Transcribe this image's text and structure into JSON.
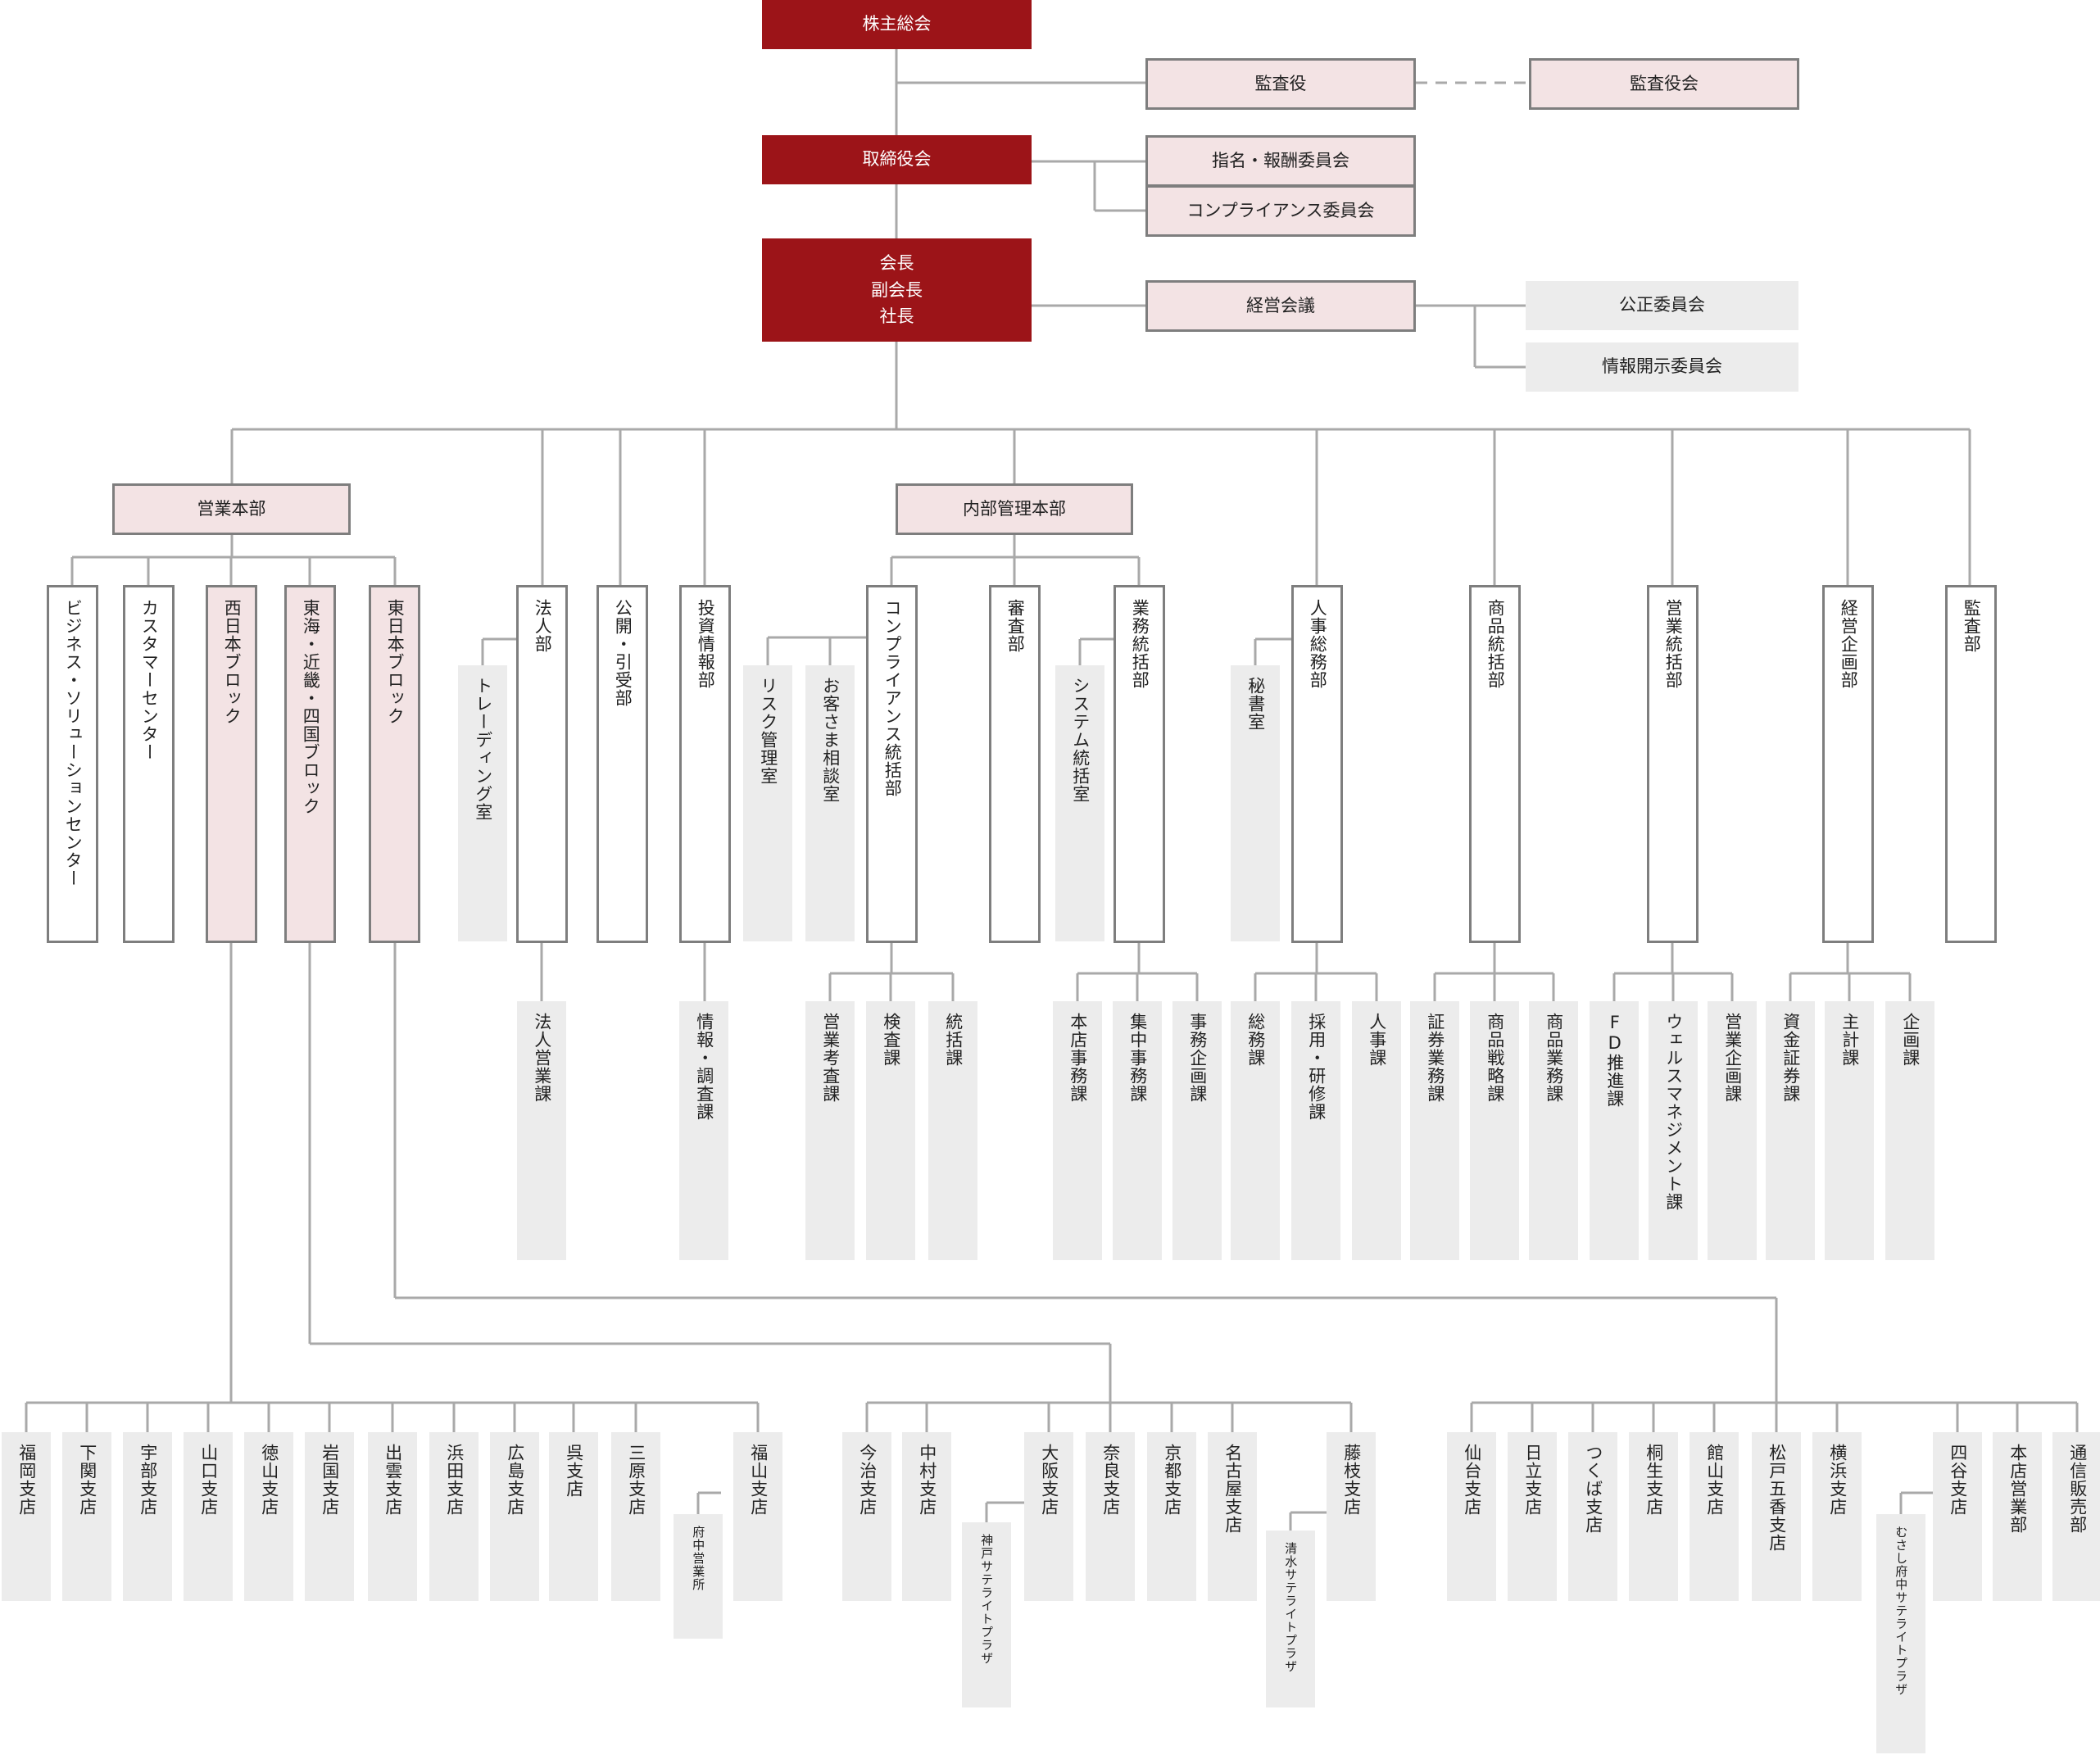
{
  "colors": {
    "top_fill": "#9c1418",
    "committee_fill": "#f3e3e4",
    "sub_unit_fill": "#ececec",
    "line": "#a9a9a9"
  },
  "nodes": {
    "shareholders_meeting": "株主総会",
    "auditors": "監査役",
    "audit_board": "監査役会",
    "board": "取締役会",
    "nomination_committee": "指名・報酬委員会",
    "compliance_committee": "コンプライアンス委員会",
    "executives": [
      "会長",
      "副会長",
      "社長"
    ],
    "management_meeting": "経営会議",
    "fairness_committee": "公正委員会",
    "disclosure_committee": "情報開示委員会",
    "sales_hq": "営業本部",
    "internal_hq": "内部管理本部",
    "biz_solution": "ビジネス・ソリューションセンター",
    "customer_center": "カスタマーセンター",
    "west_block": "西日本ブロック",
    "central_block": "東海・近畿・四国ブロック",
    "east_block": "東日本ブロック",
    "corporate_dept": "法人部",
    "trading_office": "トレーディング室",
    "corporate_sales_sec": "法人営業課",
    "public_offering_dept": "公開・引受部",
    "investment_info_dept": "投資情報部",
    "info_research_sec": "情報・調査課",
    "risk_office": "リスク管理室",
    "customer_consult_office": "お客さま相談室",
    "compliance_dept": "コンプライアンス統括部",
    "sales_audit_sec": "営業考査課",
    "inspection_sec": "検査課",
    "compliance_control_sec": "統括課",
    "examination_dept": "審査部",
    "operations_dept": "業務統括部",
    "system_office": "システム統括室",
    "head_office_admin_sec": "本店事務課",
    "central_admin_sec": "集中事務課",
    "admin_planning_sec": "事務企画課",
    "secretary_office": "秘書室",
    "hr_dept": "人事総務部",
    "general_affairs_sec": "総務課",
    "recruit_training_sec": "採用・研修課",
    "personnel_sec": "人事課",
    "product_dept": "商品統括部",
    "securities_admin_sec": "証券業務課",
    "product_strategy_sec": "商品戦略課",
    "product_business_sec": "商品業務課",
    "sales_control_dept": "営業統括部",
    "fd_sec": "FD推進課",
    "wealth_sec": "ウェルスマネジメント課",
    "sales_planning_sec": "営業企画課",
    "corp_planning_dept": "経営企画部",
    "treasury_sec": "資金証券課",
    "accounting_sec": "主計課",
    "planning_sec": "企画課",
    "audit_dept": "監査部"
  },
  "branches": {
    "west": [
      "福岡支店",
      "下関支店",
      "宇部支店",
      "山口支店",
      "徳山支店",
      "岩国支店",
      "出雲支店",
      "浜田支店",
      "広島支店",
      "呉支店",
      "三原支店",
      "福山支店"
    ],
    "west_sub": "府中営業所",
    "central": [
      "今治支店",
      "中村支店",
      "大阪支店",
      "奈良支店",
      "京都支店",
      "名古屋支店",
      "藤枝支店"
    ],
    "central_sub_osaka": "神戸サテライトプラザ",
    "central_sub_fujieda": "清水サテライトプラザ",
    "east": [
      "仙台支店",
      "日立支店",
      "つくば支店",
      "桐生支店",
      "館山支店",
      "松戸五香支店",
      "横浜支店",
      "四谷支店",
      "本店営業部",
      "通信販売部"
    ],
    "east_sub": "むさし府中サテライトプラザ"
  }
}
